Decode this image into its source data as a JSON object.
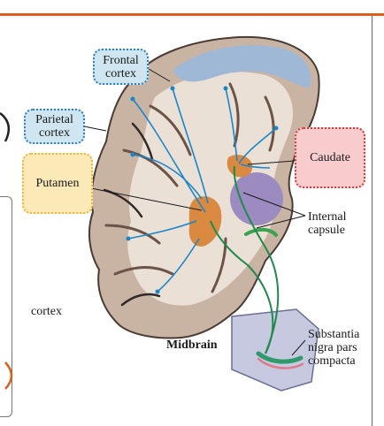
{
  "labels": {
    "frontal_cortex": "Frontal\ncortex",
    "parietal_cortex": "Parietal\ncortex",
    "putamen": "Putamen",
    "caudate": "Caudate",
    "internal_capsule": "Internal\ncapsule",
    "cortex": "cortex",
    "midbrain": "Midbrain",
    "substantia_nigra": "Substantia\nnigra pars\ncompacta"
  },
  "colors": {
    "accent_bar": "#d8601a",
    "tag_blue_fill": "#cfe5ef",
    "tag_blue_border": "#2a7fbf",
    "tag_yellow_fill": "#fbe9b8",
    "tag_yellow_border": "#efb53a",
    "tag_red_fill": "#f8cccc",
    "tag_red_border": "#d9383a",
    "cortical_pathway": "#1a86c8",
    "nigrostriatal_pathway": "#1f8a4c",
    "striatum": "#d98a40"
  }
}
